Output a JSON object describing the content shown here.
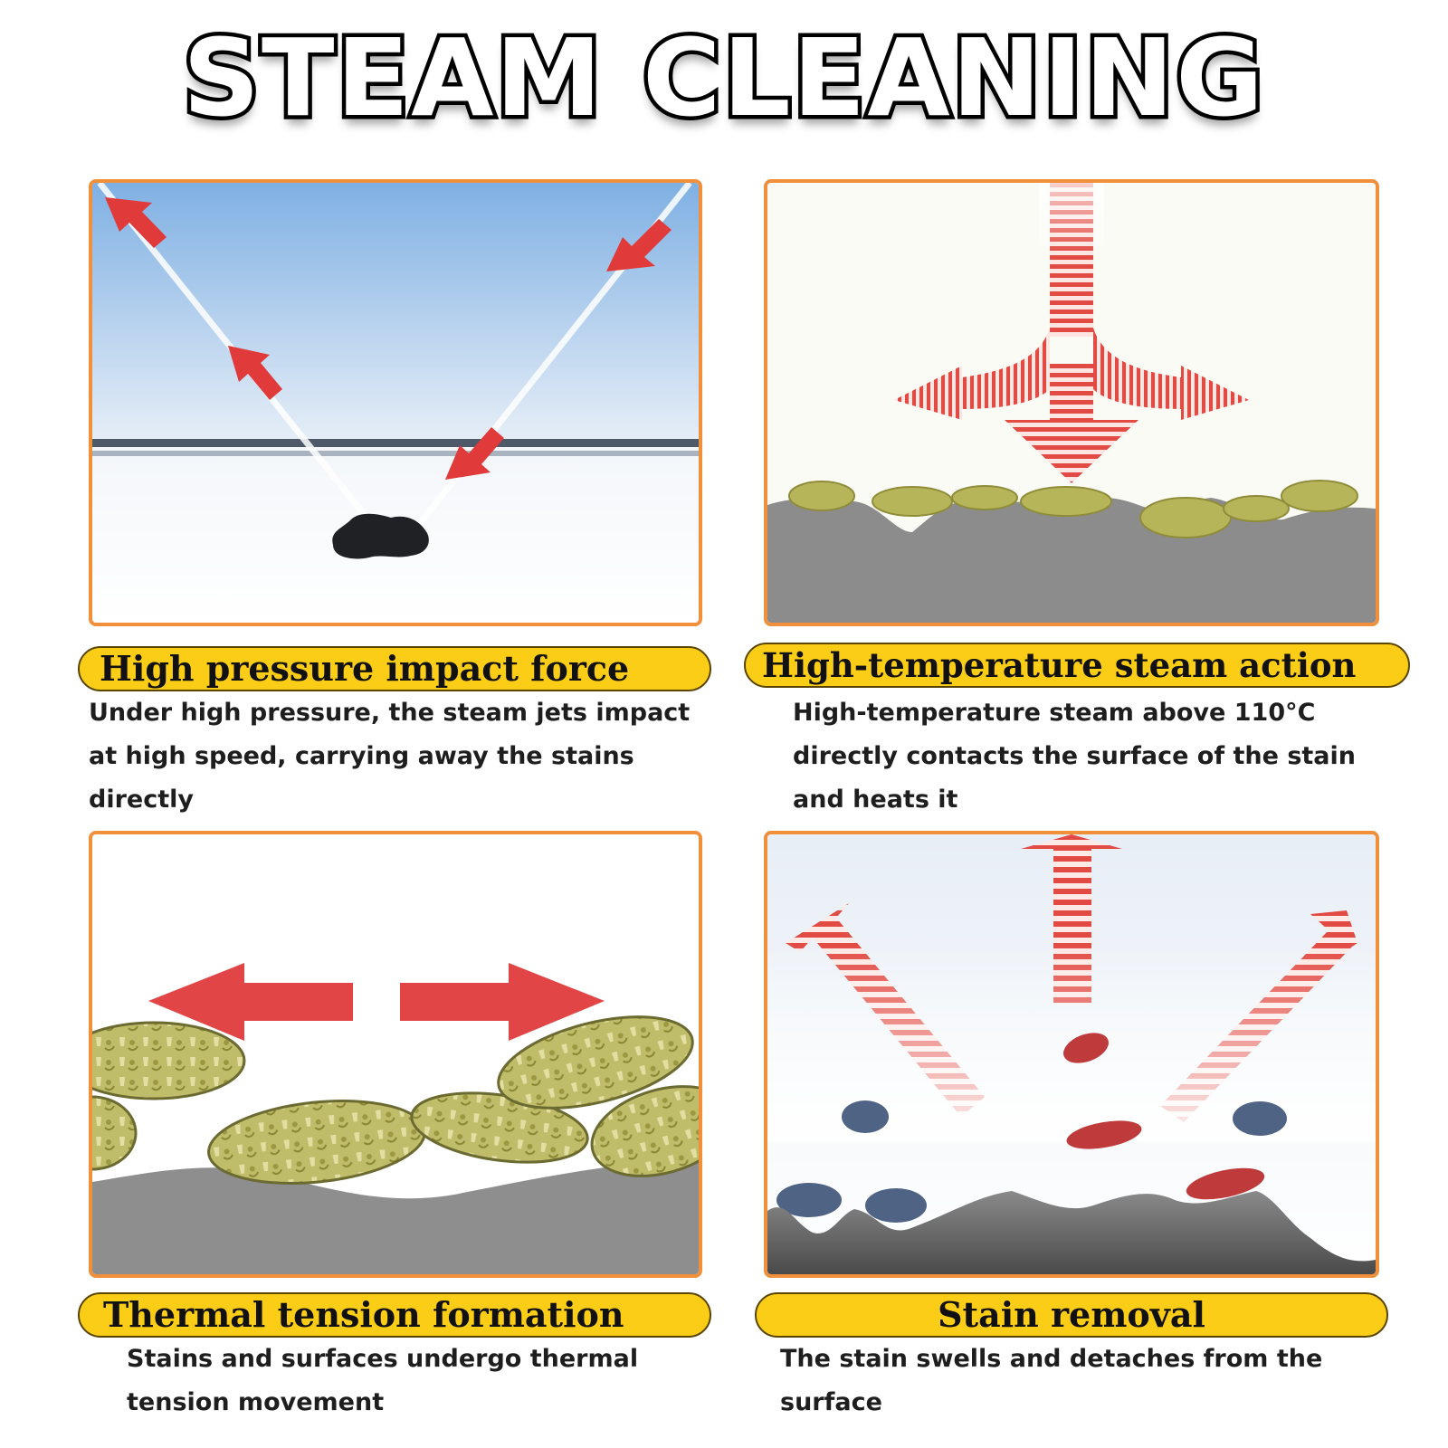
{
  "title": "STEAM CLEANING",
  "steps": [
    {
      "label": "High pressure impact force",
      "description": "Under high pressure, the steam jets impact at high speed, carrying away the stains directly"
    },
    {
      "label": "High-temperature steam action",
      "description": "High-temperature steam above 110°C directly contacts the surface of the stain and heats it"
    },
    {
      "label": "Thermal tension formation",
      "description": "Stains and surfaces undergo thermal tension movement"
    },
    {
      "label": "Stain removal",
      "description": "The stain swells and detaches from the surface"
    }
  ],
  "colors": {
    "panel_border": "#f28f3b",
    "label_pill": "#fbcd17",
    "arrow_red": "#e03a3a",
    "surface_gray": "#8a8a8a",
    "stain_olive": "#b8b55a"
  }
}
